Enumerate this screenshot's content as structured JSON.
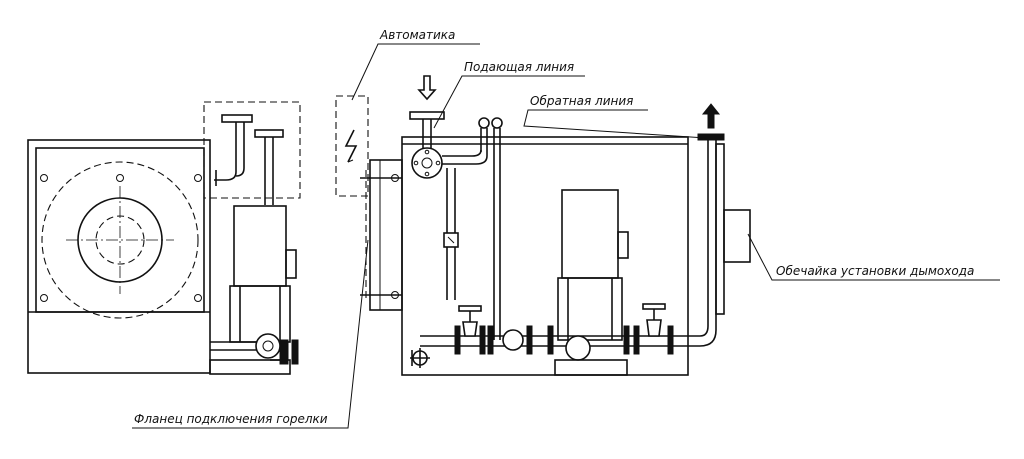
{
  "labels": {
    "automation": "Автоматика",
    "supply_line": "Подающая линия",
    "return_line": "Обратная линия",
    "chimney_shell": "Обечайка установки дымохода",
    "burner_flange": "Фланец подключения горелки"
  },
  "colors": {
    "line": "#111111",
    "background": "#ffffff"
  }
}
